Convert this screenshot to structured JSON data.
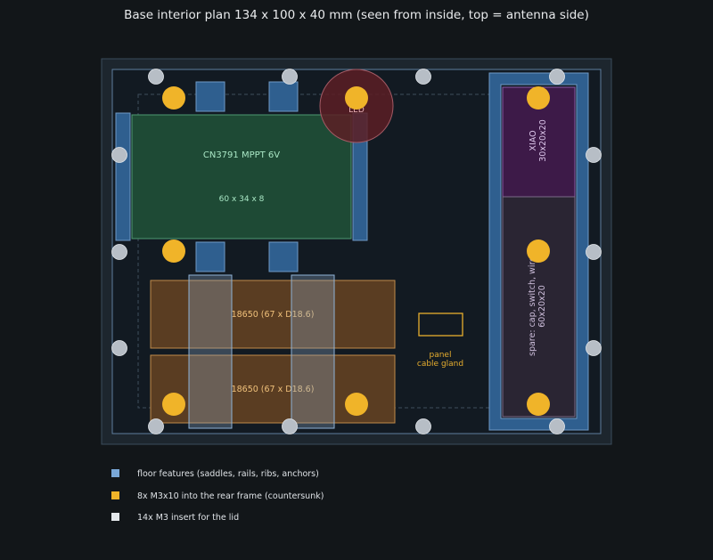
{
  "title": "Base interior plan  134 x 100 x 40 mm   (seen from inside, top = antenna side)",
  "components": {
    "mppt": {
      "name": "CN3791 MPPT 6V",
      "dims": "60 x 34 x 8"
    },
    "battery_1": "18650  (67 x D18.6)",
    "battery_2": "18650  (67 x D18.6)",
    "xiao": {
      "name": "XIAO",
      "dims": "30x20x20"
    },
    "spare": {
      "name": "spare: cap, switch, wire",
      "dims": "60x20x20"
    },
    "led": "LED",
    "gland": {
      "line1": "panel",
      "line2": "cable gland"
    }
  },
  "legend": [
    {
      "label": "floor features (saddles, rails, ribs, anchors)",
      "color": "#7aa8d8"
    },
    {
      "label": "8x M3x10 into the rear frame (countersunk)",
      "color": "#f0b429"
    },
    {
      "label": "14x M3 insert for the lid",
      "color": "#d0d4d8"
    }
  ],
  "colors": {
    "background": "#121619",
    "feature": "#2f5f8f",
    "screw": "#f0b429",
    "insert": "#b7bec6",
    "mppt": "#1e4a35",
    "battery": "#5a3d22",
    "xiao": "#3d1a48",
    "led": "#5c1e24"
  }
}
